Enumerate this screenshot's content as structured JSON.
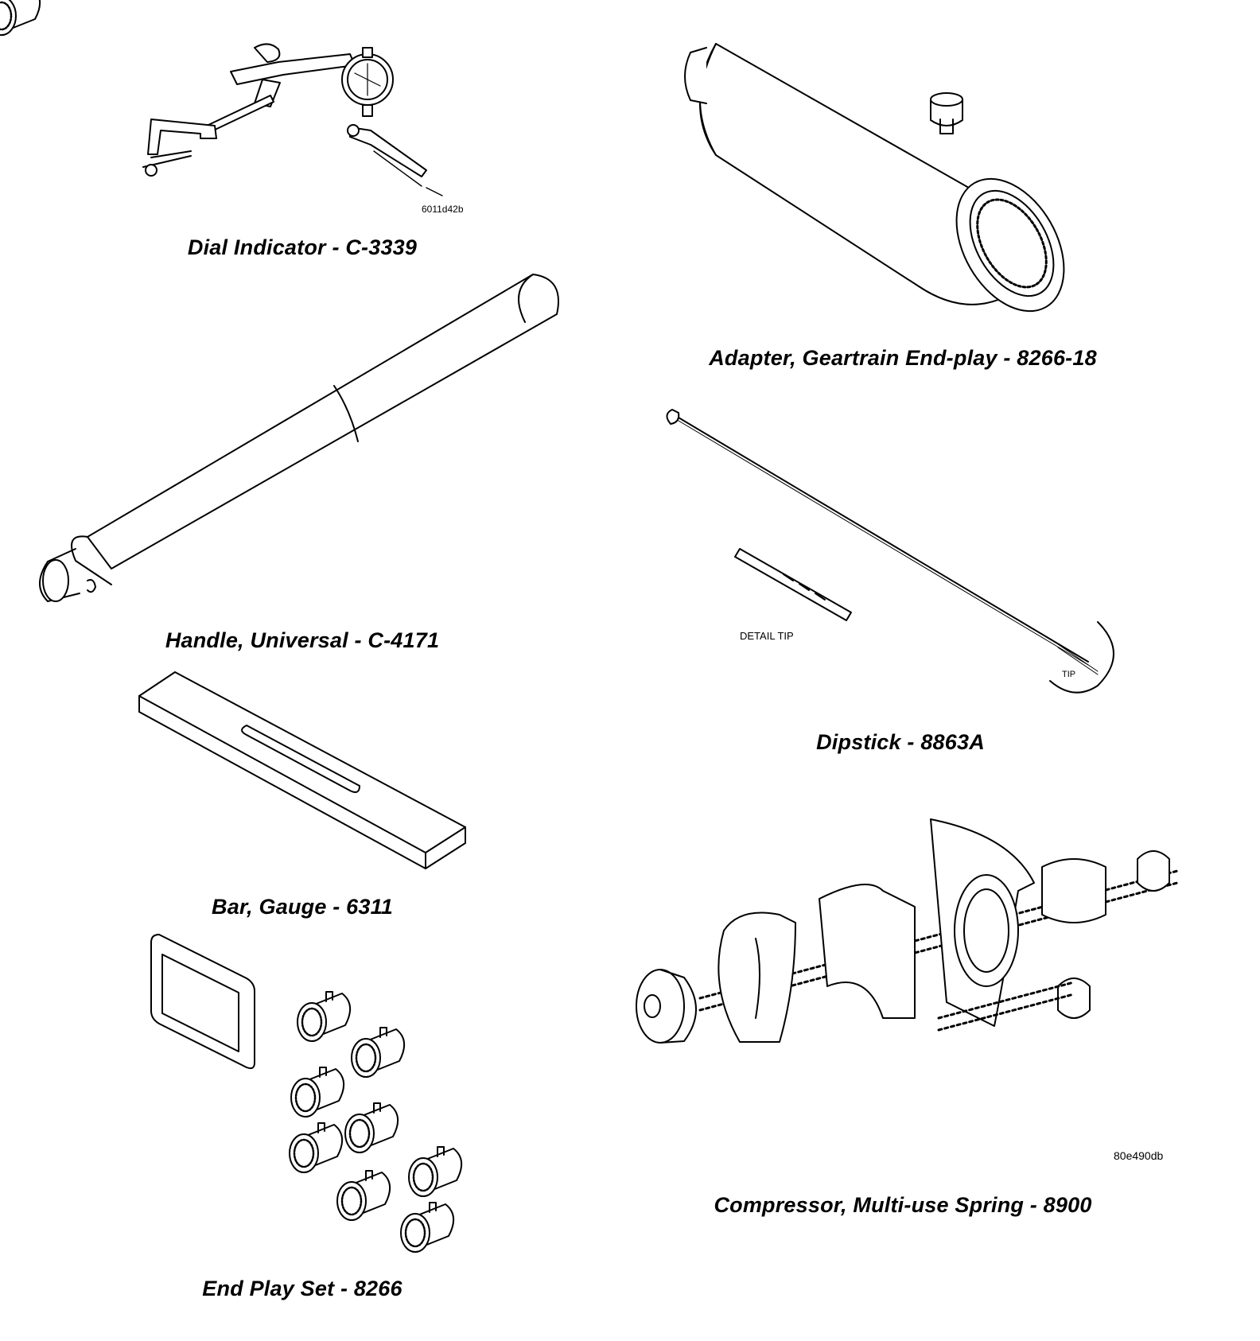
{
  "tools": [
    {
      "id": "dial-indicator",
      "caption": "Dial Indicator - C-3339",
      "ref": "6011d42b"
    },
    {
      "id": "adapter-geartrain",
      "caption": "Adapter, Geartrain End-play - 8266-18"
    },
    {
      "id": "handle-universal",
      "caption": "Handle, Universal - C-4171"
    },
    {
      "id": "dipstick",
      "caption": "Dipstick - 8863A",
      "labels": {
        "detail": "DETAIL TIP",
        "tip": "TIP"
      }
    },
    {
      "id": "bar-gauge",
      "caption": "Bar, Gauge - 6311"
    },
    {
      "id": "compressor-spring",
      "caption": "Compressor, Multi-use Spring - 8900",
      "ref": "80e490db"
    },
    {
      "id": "end-play-set",
      "caption": "End Play Set - 8266"
    }
  ]
}
